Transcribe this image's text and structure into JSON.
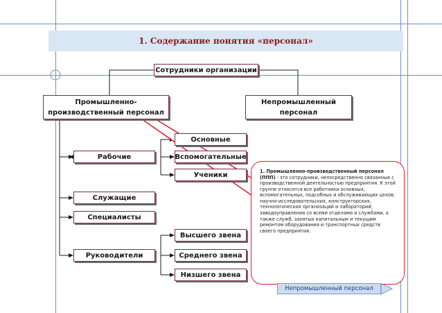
{
  "title": "1. Содержание понятия «персонал»",
  "nodes": {
    "root": "Сотрудники организации",
    "industrial": [
      "Промышленно-",
      "производственный персонал"
    ],
    "nonindustrial": [
      "Непромышленный",
      "персонал"
    ],
    "workers": "Рабочие",
    "employees": "Служащие",
    "specialists": "Специалисты",
    "managers": "Руководители",
    "main": "Основные",
    "auxiliary": "Вспомогательные",
    "students": "Ученики",
    "top_level": "Высшего звена",
    "middle_level": "Среднего звена",
    "low_level": "Низшего звена"
  },
  "callout": {
    "heading": "1. Промышленно-производственный персонал (ППП)",
    "text": " - это сотрудники, непосредственно связанные с производственной деятельностью предприятия. К этой группе относятся все работники основных, вспомогательных, подсобных и обслуживающих цехов; научно-исследовательских, конструкторских, технологических организаций и лабораторий; заводоуправления со всеми отделами и службами, а также служб, занятых капитальным и текущим ремонтом оборудования и транспортных средств своего предприятия."
  },
  "banner": "Непромышленный персонал",
  "colors": {
    "title": "#8b1a1a",
    "callout_border": "#d81e2a",
    "banner_text": "#1f3a8a",
    "title_bg": "#d9e6f3"
  }
}
